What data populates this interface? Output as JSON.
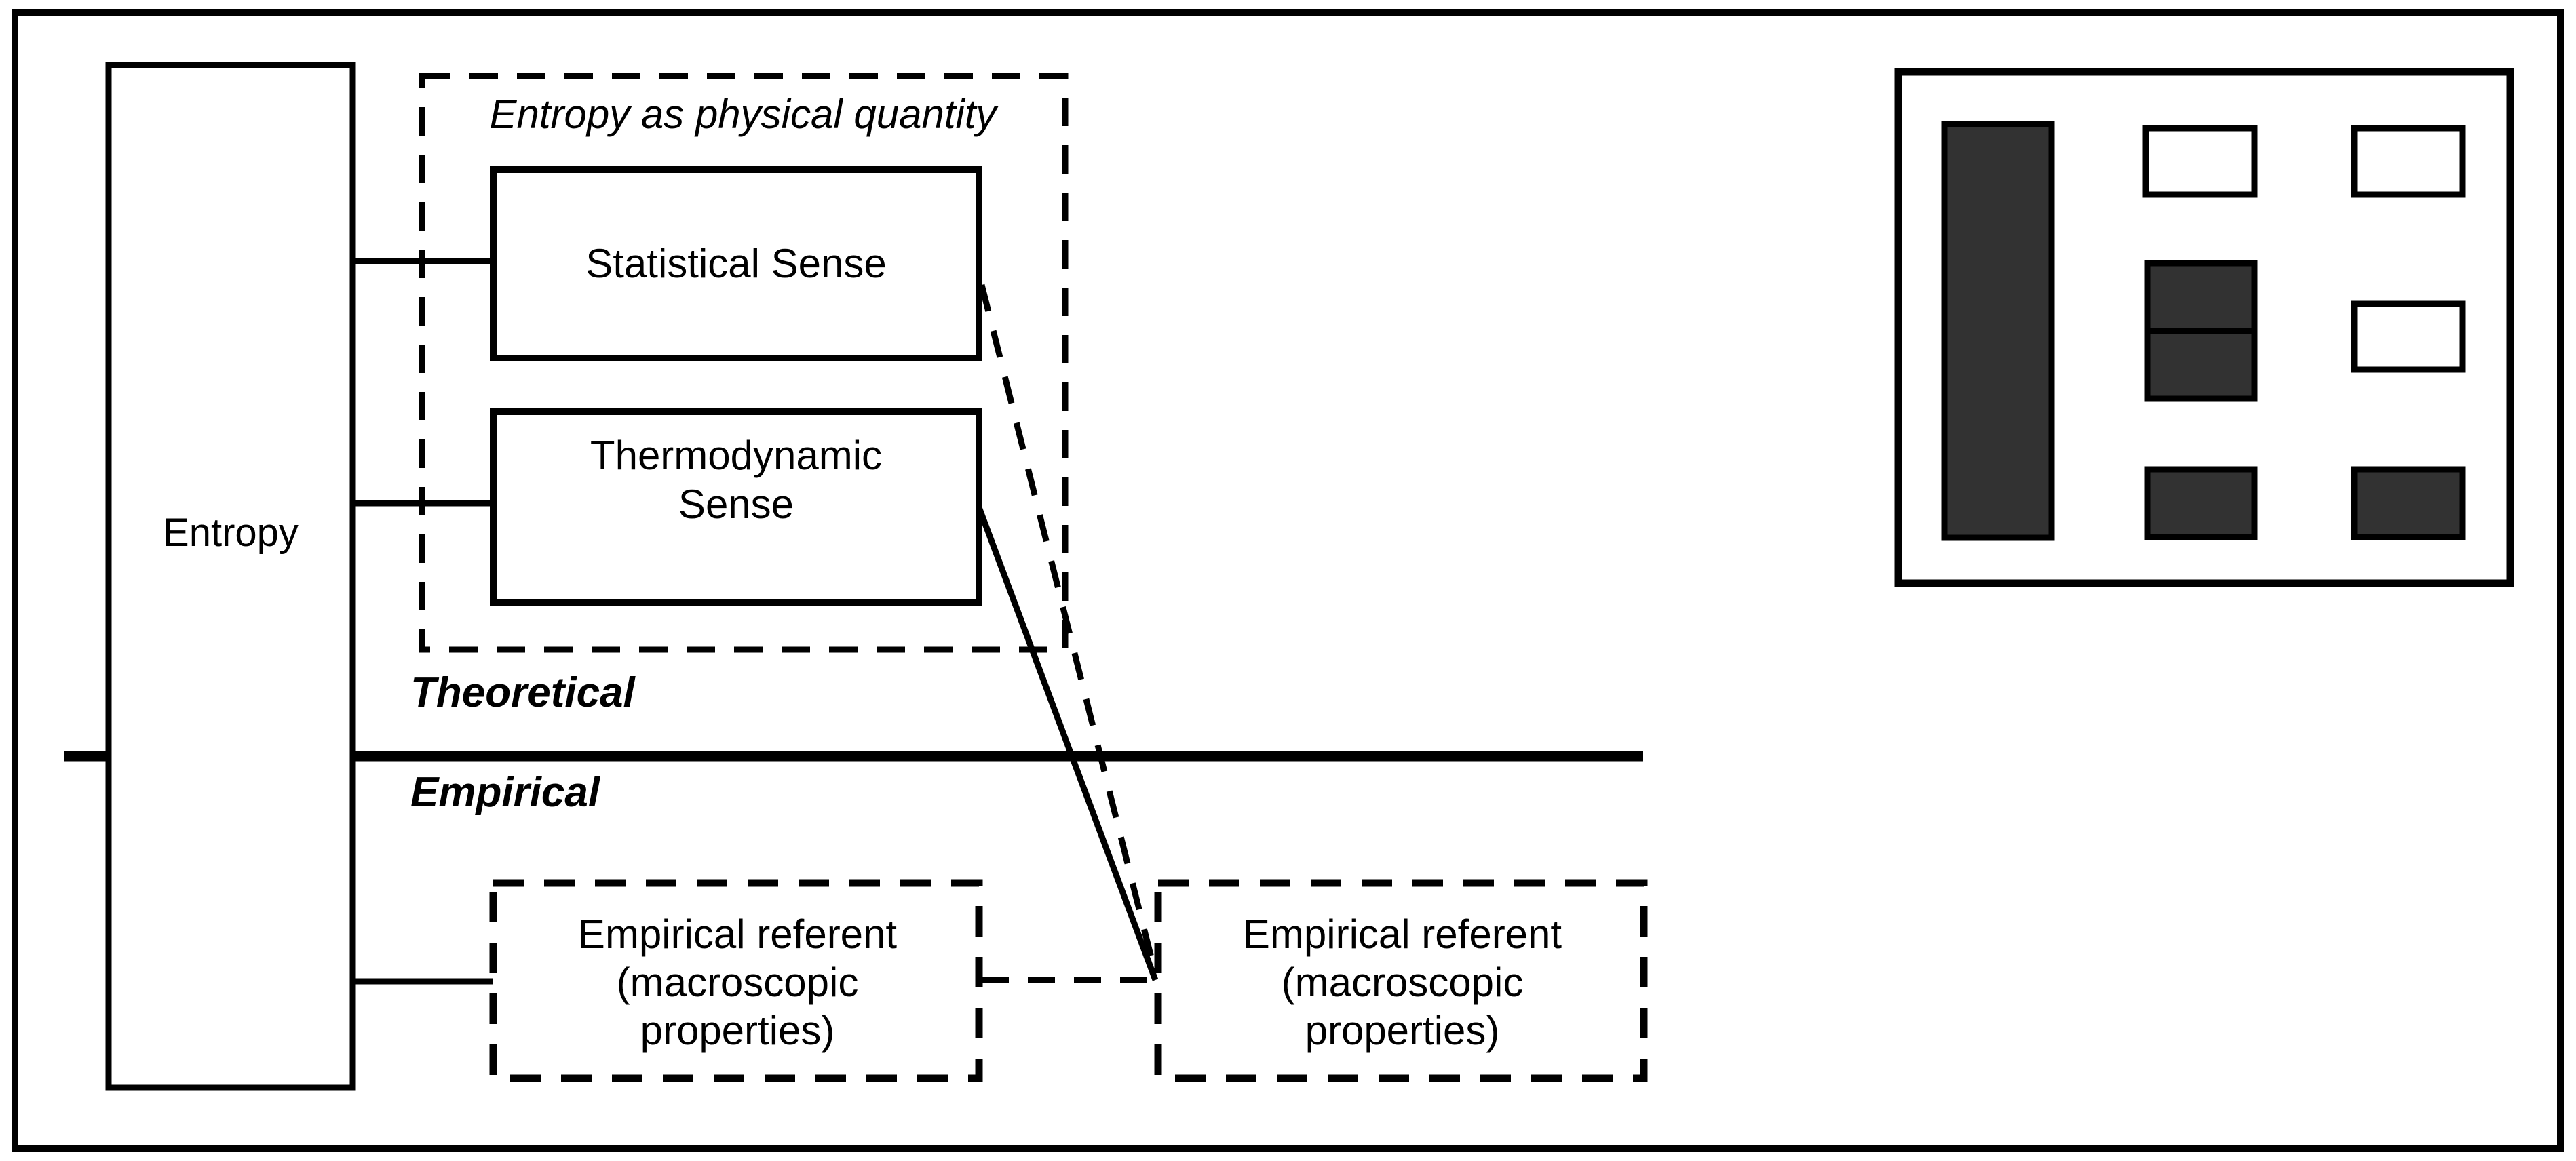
{
  "figure": {
    "background": "#ffffff",
    "line_color": "#000000",
    "dark_fill": "#323232"
  },
  "labels": {
    "entropy": "Entropy",
    "group_title": "Entropy as physical quantity",
    "statistical": "Statistical Sense",
    "thermodynamic": "Thermodynamic Sense",
    "theoretical": "Theoretical",
    "empirical": "Empirical",
    "referent_left": "Empirical referent (macroscopic properties)",
    "referent_right": "Empirical referent (macroscopic properties)"
  },
  "legend_panel": {
    "blocks": [
      {
        "id": "tall-left",
        "fill": "#323232"
      },
      {
        "id": "mid-top",
        "fill": "#ffffff"
      },
      {
        "id": "mid-upper",
        "fill": "#323232"
      },
      {
        "id": "mid-lower",
        "fill": "#323232"
      },
      {
        "id": "mid-bottom",
        "fill": "#323232"
      },
      {
        "id": "right-top",
        "fill": "#ffffff"
      },
      {
        "id": "right-middle",
        "fill": "#ffffff"
      },
      {
        "id": "right-bottom",
        "fill": "#323232"
      }
    ]
  }
}
